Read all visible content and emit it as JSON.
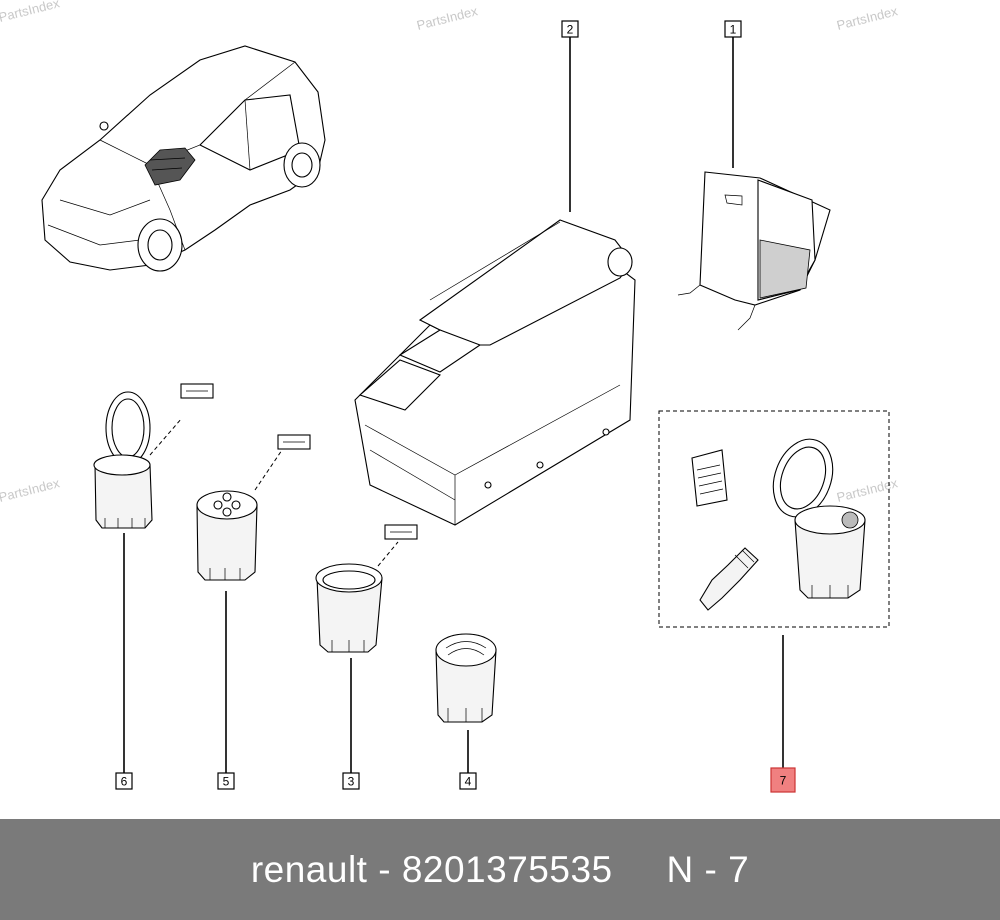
{
  "watermarks": [
    "PartsIndex",
    "PartsIndex",
    "PartsIndex",
    "PartsIndex",
    "PartsIndex"
  ],
  "callouts": [
    "1",
    "2",
    "3",
    "4",
    "5",
    "6",
    "7"
  ],
  "highlighted_callout": "7",
  "colors": {
    "highlight": "#f08080",
    "footer_bg": "#7a7a7a",
    "footer_text": "#ffffff",
    "watermark": "#c8c8c8"
  },
  "footer": {
    "text": "renault - 8201375535     N - 7"
  }
}
